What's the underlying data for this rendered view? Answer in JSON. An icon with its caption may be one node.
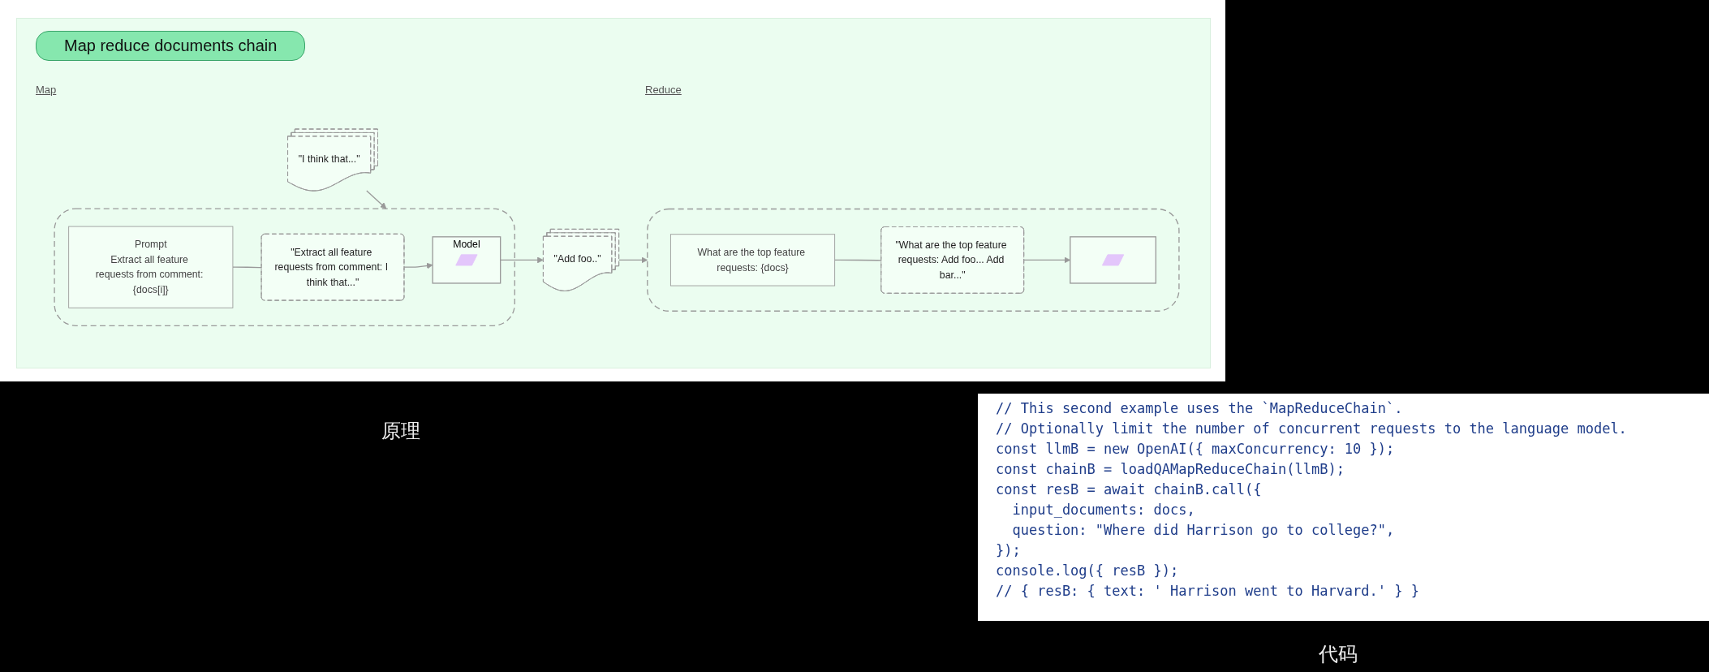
{
  "diagram": {
    "title": "Map reduce documents chain",
    "nodes": [
      {
        "text": [
          "\"I think that...\""
        ]
      },
      {
        "text": [],
        "shape": "box"
      },
      {
        "text": [
          "Prompt",
          "Extract all feature requests from comment: {docs[i]}"
        ],
        "in": 1
      },
      {
        "text": [
          "\"Extract all feature requests from comment: I think that...\""
        ],
        "in": 1
      },
      {
        "text": [
          "Model"
        ],
        "in": 1
      },
      {
        "text": [],
        "shape": "parallelogram",
        "in": 4
      },
      {
        "text": [
          "\"Add foo..\""
        ]
      },
      {
        "text": [],
        "shape": "box"
      },
      {
        "text": [
          "What are the top feature requests: {docs}"
        ],
        "in": 7
      },
      {
        "text": [
          "\"What are the top feature requests: Add foo... Add bar...\""
        ],
        "in": 7
      },
      {
        "text": [],
        "shape": "box",
        "in": 7
      },
      {
        "text": [],
        "shape": "parallelogram",
        "in": 10
      }
    ],
    "edges": [
      {
        "from": 0,
        "to": 1,
        "arrow": "to"
      },
      {
        "from": 2,
        "to": 3,
        "arrow": "none"
      },
      {
        "from": 3,
        "to": 4,
        "arrow": "to"
      },
      {
        "from": 4,
        "to": 6,
        "arrow": "to"
      },
      {
        "from": 6,
        "to": 7,
        "arrow": "to"
      },
      {
        "from": 8,
        "to": 9,
        "arrow": "none"
      },
      {
        "from": 9,
        "to": 10,
        "arrow": "to"
      }
    ],
    "labels": [
      "Map",
      "Reduce",
      "原理",
      "// This second example uses the `MapReduceChain`.",
      "// Optionally limit the number of concurrent requests to the language model.",
      "const llmB = new OpenAI({ maxConcurrency: 10 });",
      "const chainB = loadQAMapReduceChain(llmB);",
      "const resB = await chainB.call({",
      "  input_documents: docs,",
      "  question: \"Where did Harrison go to college?\",",
      "});",
      "console.log({ resB });",
      "// { resB: { text: ' Harrison went to Harvard.' } }",
      "代码"
    ]
  }
}
